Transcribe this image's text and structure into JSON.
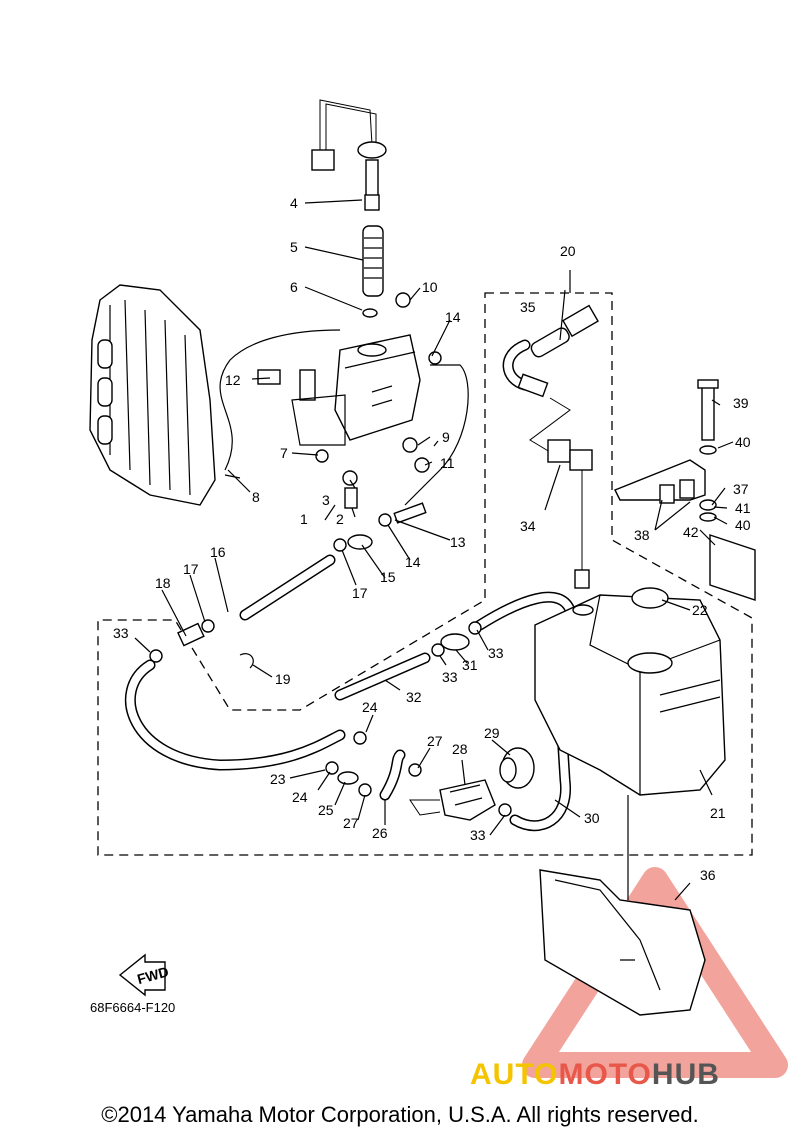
{
  "diagram": {
    "parts": [
      "1",
      "2",
      "3",
      "4",
      "5",
      "6",
      "7",
      "8",
      "9",
      "10",
      "11",
      "12",
      "13",
      "14",
      "15",
      "16",
      "17",
      "18",
      "19",
      "20",
      "21",
      "22",
      "23",
      "24",
      "25",
      "26",
      "27",
      "28",
      "29",
      "30",
      "31",
      "32",
      "33",
      "34",
      "35",
      "36",
      "37",
      "38",
      "39",
      "40",
      "41",
      "42"
    ],
    "fwd_label": "FWD",
    "drawing_code": "68F6664-F120",
    "copyright": "©2014 Yamaha Motor Corporation, U.S.A. All rights reserved.",
    "watermark": {
      "part1": "AUTO",
      "part2": "MOTO",
      "part3": "HUB"
    }
  },
  "colors": {
    "watermark_red": "#e8584a",
    "watermark_yellow": "#f5c400",
    "watermark_gray": "#555555",
    "line": "#000000"
  }
}
